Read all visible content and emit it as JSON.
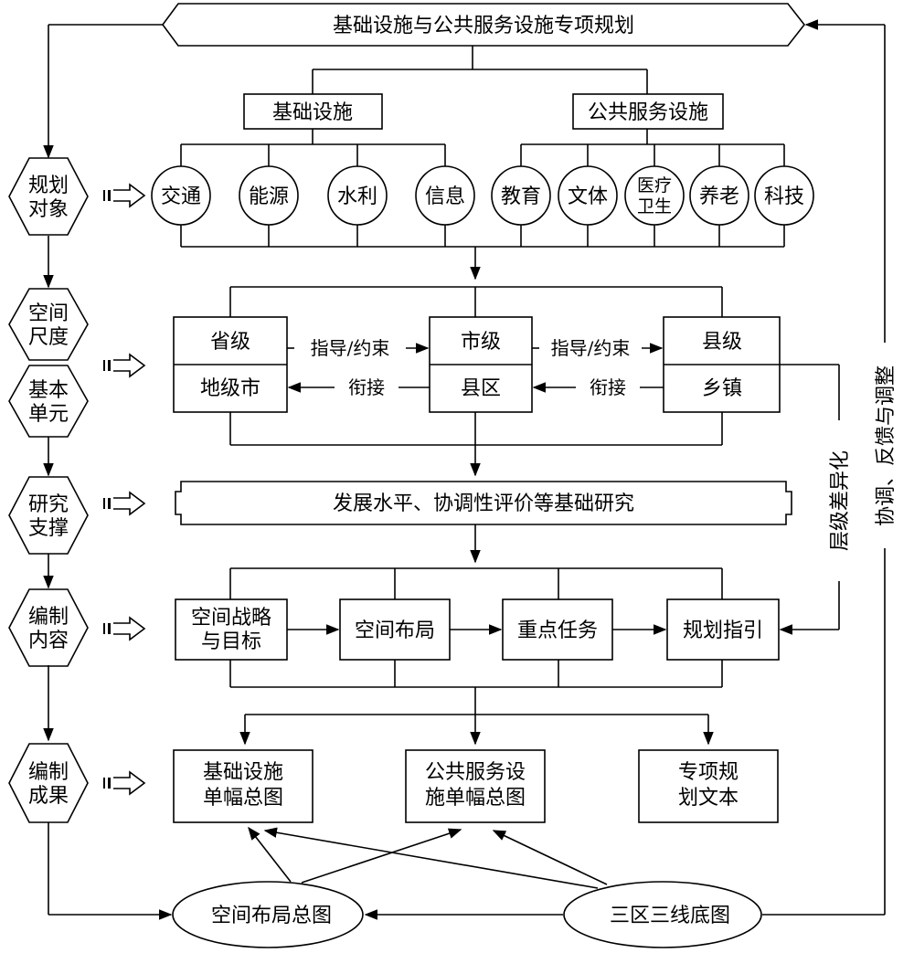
{
  "header": {
    "title": "基础设施与公共服务设施专项规划"
  },
  "categories": {
    "infra": "基础设施",
    "public": "公共服务设施"
  },
  "facilities": [
    [
      "交通"
    ],
    [
      "能源"
    ],
    [
      "水利"
    ],
    [
      "信息"
    ],
    [
      "教育"
    ],
    [
      "文体"
    ],
    [
      "医疗",
      "卫生"
    ],
    [
      "养老"
    ],
    [
      "科技"
    ]
  ],
  "left_steps": [
    [
      "规划",
      "对象"
    ],
    [
      "空间",
      "尺度"
    ],
    [
      "基本",
      "单元"
    ],
    [
      "研究",
      "支撑"
    ],
    [
      "编制",
      "内容"
    ],
    [
      "编制",
      "成果"
    ]
  ],
  "levels": {
    "province": "省级",
    "prefecture": "地级市",
    "city": "市级",
    "district": "县区",
    "county": "县级",
    "town": "乡镇"
  },
  "relations": {
    "guide": "指导/约束",
    "link": "衔接"
  },
  "research": "发展水平、协调性评价等基础研究",
  "contents": [
    [
      "空间战略",
      "与目标"
    ],
    [
      "空间布局"
    ],
    [
      "重点任务"
    ],
    [
      "规划指引"
    ]
  ],
  "results": [
    [
      "基础设施",
      "单幅总图"
    ],
    [
      "公共服务设",
      "施单幅总图"
    ],
    [
      "专项规",
      "划文本"
    ]
  ],
  "base_maps": {
    "layout": "空间布局总图",
    "three_zone": "三区三线底图"
  },
  "side_labels": {
    "differentiation": "层级差异化",
    "feedback": "协调、反馈与调整"
  }
}
